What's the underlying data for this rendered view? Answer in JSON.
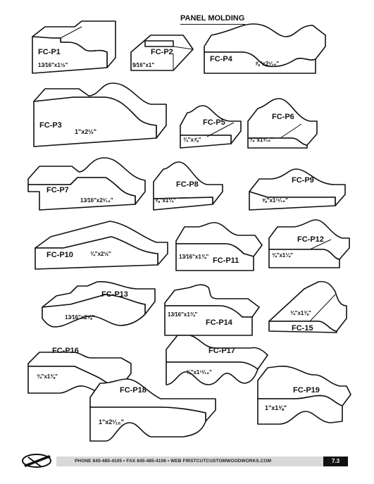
{
  "page_title": "PANEL MOLDING",
  "profiles": [
    {
      "label": "FC-P1",
      "size": "13⁄16\"x1½\""
    },
    {
      "label": "FC-P2",
      "size": "9⁄16\"x1\""
    },
    {
      "label": "FC-P4",
      "size": "⅞\"x2¹⁄₁₆\""
    },
    {
      "label": "FC-P3",
      "size": "1\"x2½\""
    },
    {
      "label": "FC-P5",
      "size": "¾\"x⅞\""
    },
    {
      "label": "FC-P6",
      "size": "¾\"x1³⁄₁₆\""
    },
    {
      "label": "FC-P7",
      "size": "13⁄16\"x2³⁄₁₆\""
    },
    {
      "label": "FC-P8",
      "size": "⅝\"x1¼\""
    },
    {
      "label": "FC-P9",
      "size": "⅝\"x1¹¹⁄₁₆\""
    },
    {
      "label": "FC-P10",
      "size": "¾\"x2½\""
    },
    {
      "label": "FC-P11",
      "size": "13⁄16\"x1¾\""
    },
    {
      "label": "FC-P12",
      "size": "¾\"x1¼\""
    },
    {
      "label": "FC-P13",
      "size": "13⁄16\"x2⅝\""
    },
    {
      "label": "FC-P14",
      "size": "13⁄16\"x1¾\""
    },
    {
      "label": "FC-15",
      "size": "¾\"x1⅜\""
    },
    {
      "label": "FC-P16",
      "size": "¾\"x1⅜\""
    },
    {
      "label": "FC-P17",
      "size": "¾\"x1¹³⁄₁₆\""
    },
    {
      "label": "FC-P18",
      "size": "1\"x2¹⁄₁₆\""
    },
    {
      "label": "FC-P19",
      "size": "1\"x1⅜\""
    }
  ],
  "footer": {
    "contact": "PHONE 845-485-4105  •  FAX 845-485-4106  •  WEB FIRSTCUTCUSTOMWOODWORKS.COM",
    "page_number": "7.3"
  }
}
